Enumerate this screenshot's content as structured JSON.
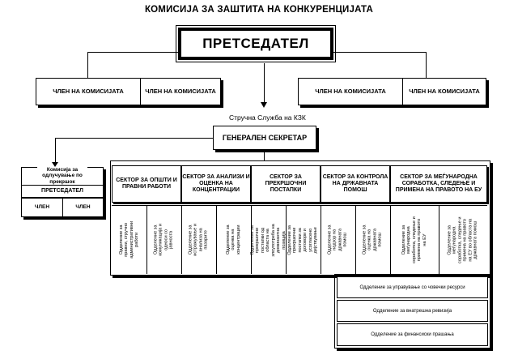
{
  "title": "КОМИСИЈА ЗА ЗАШТИТА НА КОНКУРЕНЦИЈАТА",
  "president": "ПРЕТСЕДАТЕЛ",
  "members": [
    "ЧЛЕН НА КОМИСИЈАТА",
    "ЧЛЕН НА КОМИСИЈАТА",
    "ЧЛЕН НА КОМИСИЈАТА",
    "ЧЛЕН НА КОМИСИЈАТА"
  ],
  "service_label": "Стручна Служба на КЗК",
  "secretary": "ГЕНЕРАЛЕН СЕКРЕТАР",
  "misdemeanor_commission": {
    "title": "Комисија за одлучување по прекршок",
    "president": "ПРЕТСЕДАТЕЛ",
    "member_1": "ЧЛЕН",
    "member_2": "ЧЛЕН"
  },
  "sectors": [
    {
      "name": "СЕКТОР ЗА ОПШТИ И ПРАВНИ РАБОТИ",
      "units": [
        "Одделение за правни, стручно административни работи",
        "Одделение за комуникација и односи со јавноста"
      ]
    },
    {
      "name": "СЕКТОР ЗА АНАЛИЗИ И ОЦЕНКА НА КОНЦЕНТРАЦИИ",
      "units": [
        "Одделение за истражување и анализа на пазарите",
        "Одделение за оценка на концентрации"
      ]
    },
    {
      "name": "СЕКТОР ЗА ПРЕКРШОЧНИ ПОСТАПКИ",
      "units": [
        "Одделение за прекршочни постапки од областа на злоупотреба на доминантна позиција",
        "Одделение за прекршочни постапки за договори и усогласено дејствување"
      ]
    },
    {
      "name": "СЕКТОР ЗА КОНТРОЛА НА ДРЖАВНАТА ПОМОШ",
      "units": [
        "Одделение за надзор на државната помош",
        "Одделение за оценка на државната помош"
      ]
    },
    {
      "name": "СЕКТОР ЗА МЕЃУНАРОДНА СОРАБОТКА, СЛЕДЕЊЕ И ПРИМЕНА НА ПРАВОТО НА ЕУ",
      "units": [
        "Одделение за меѓународна соработка, следење и примена на правото на ЕУ",
        "Одделение за меѓународна соработка, следење и примена на правото на ЕУ во областа на државната помош"
      ]
    }
  ],
  "departments": [
    "Одделение за управување со човечки ресурси",
    "Одделение за внатрешна ревизија",
    "Одделение за финансиски прашања"
  ]
}
